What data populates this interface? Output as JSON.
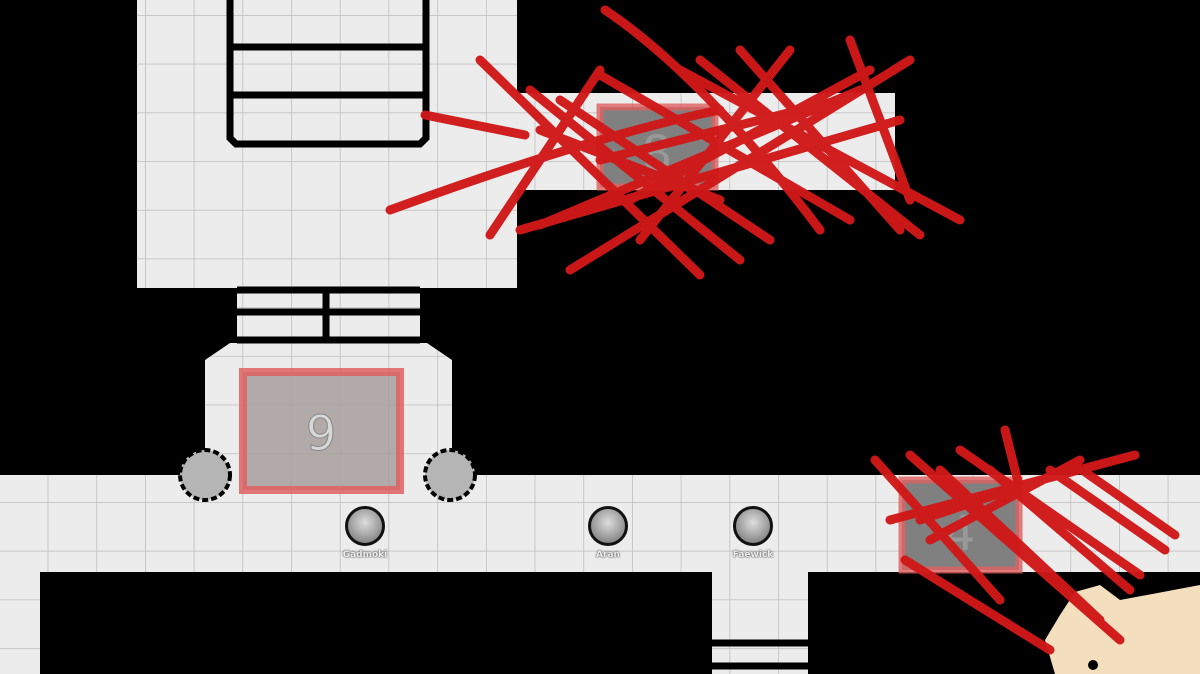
{
  "map": {
    "rooms": [
      {
        "label": "9",
        "status": "active"
      },
      {
        "label": "8",
        "status": "crossed-out"
      },
      {
        "label": "4",
        "status": "crossed-out"
      }
    ],
    "colors": {
      "floor": "#ececec",
      "grid": "#bdbdbd",
      "wall": "#000000",
      "marker": "#e06060",
      "scribble": "#d01818",
      "sand": "#f3dfbd"
    }
  },
  "tokens": [
    {
      "name": "Gadmoki",
      "icon": "dwarf-portrait"
    },
    {
      "name": "Aran",
      "icon": "elf-portrait"
    },
    {
      "name": "Faewick",
      "icon": "gnome-portrait"
    }
  ]
}
